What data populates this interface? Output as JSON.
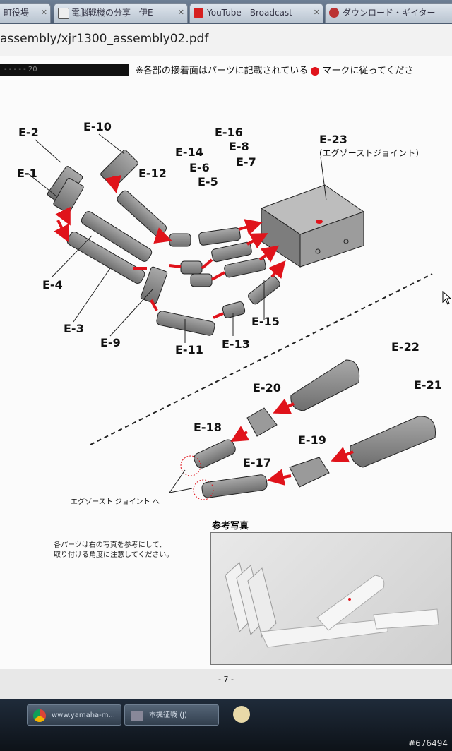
{
  "browser": {
    "tabs": [
      {
        "label": "町役場"
      },
      {
        "label": "電脳戦機の分享 - 伊E"
      },
      {
        "label": "YouTube - Broadcast"
      },
      {
        "label": "ダウンロード・ギイター"
      }
    ],
    "address": "assembly/xjr1300_assembly02.pdf"
  },
  "pdf": {
    "header_bar_text": "- - - - - 20",
    "header_note": "※各部の接着面はパーツに記載されている",
    "header_note_tail": "マークに従ってくださ",
    "labels": {
      "e1": "E-1",
      "e2": "E-2",
      "e3": "E-3",
      "e4": "E-4",
      "e5": "E-5",
      "e6": "E-6",
      "e7": "E-7",
      "e8": "E-8",
      "e9": "E-9",
      "e10": "E-10",
      "e11": "E-11",
      "e12": "E-12",
      "e13": "E-13",
      "e14": "E-14",
      "e15": "E-15",
      "e16": "E-16",
      "e17": "E-17",
      "e18": "E-18",
      "e19": "E-19",
      "e20": "E-20",
      "e21": "E-21",
      "e22": "E-22",
      "e23": "E-23"
    },
    "e23_sub": "(エグゾーストジョイント)",
    "joint_label": "エグゾースト ジョイント へ",
    "reference_title": "参考写真",
    "reference_note_line1": "各パーツは右の写真を参考にして、",
    "reference_note_line2": "取り付ける角度に注意してください。",
    "page_number": "- 7 -"
  },
  "taskbar": {
    "items": [
      {
        "label": "www.yamaha-m..."
      },
      {
        "label": "本機征戦 (J)"
      }
    ]
  },
  "watermark": "#676494",
  "colors": {
    "accent_red": "#e0131b",
    "part_gray": "#8f8f8f"
  }
}
